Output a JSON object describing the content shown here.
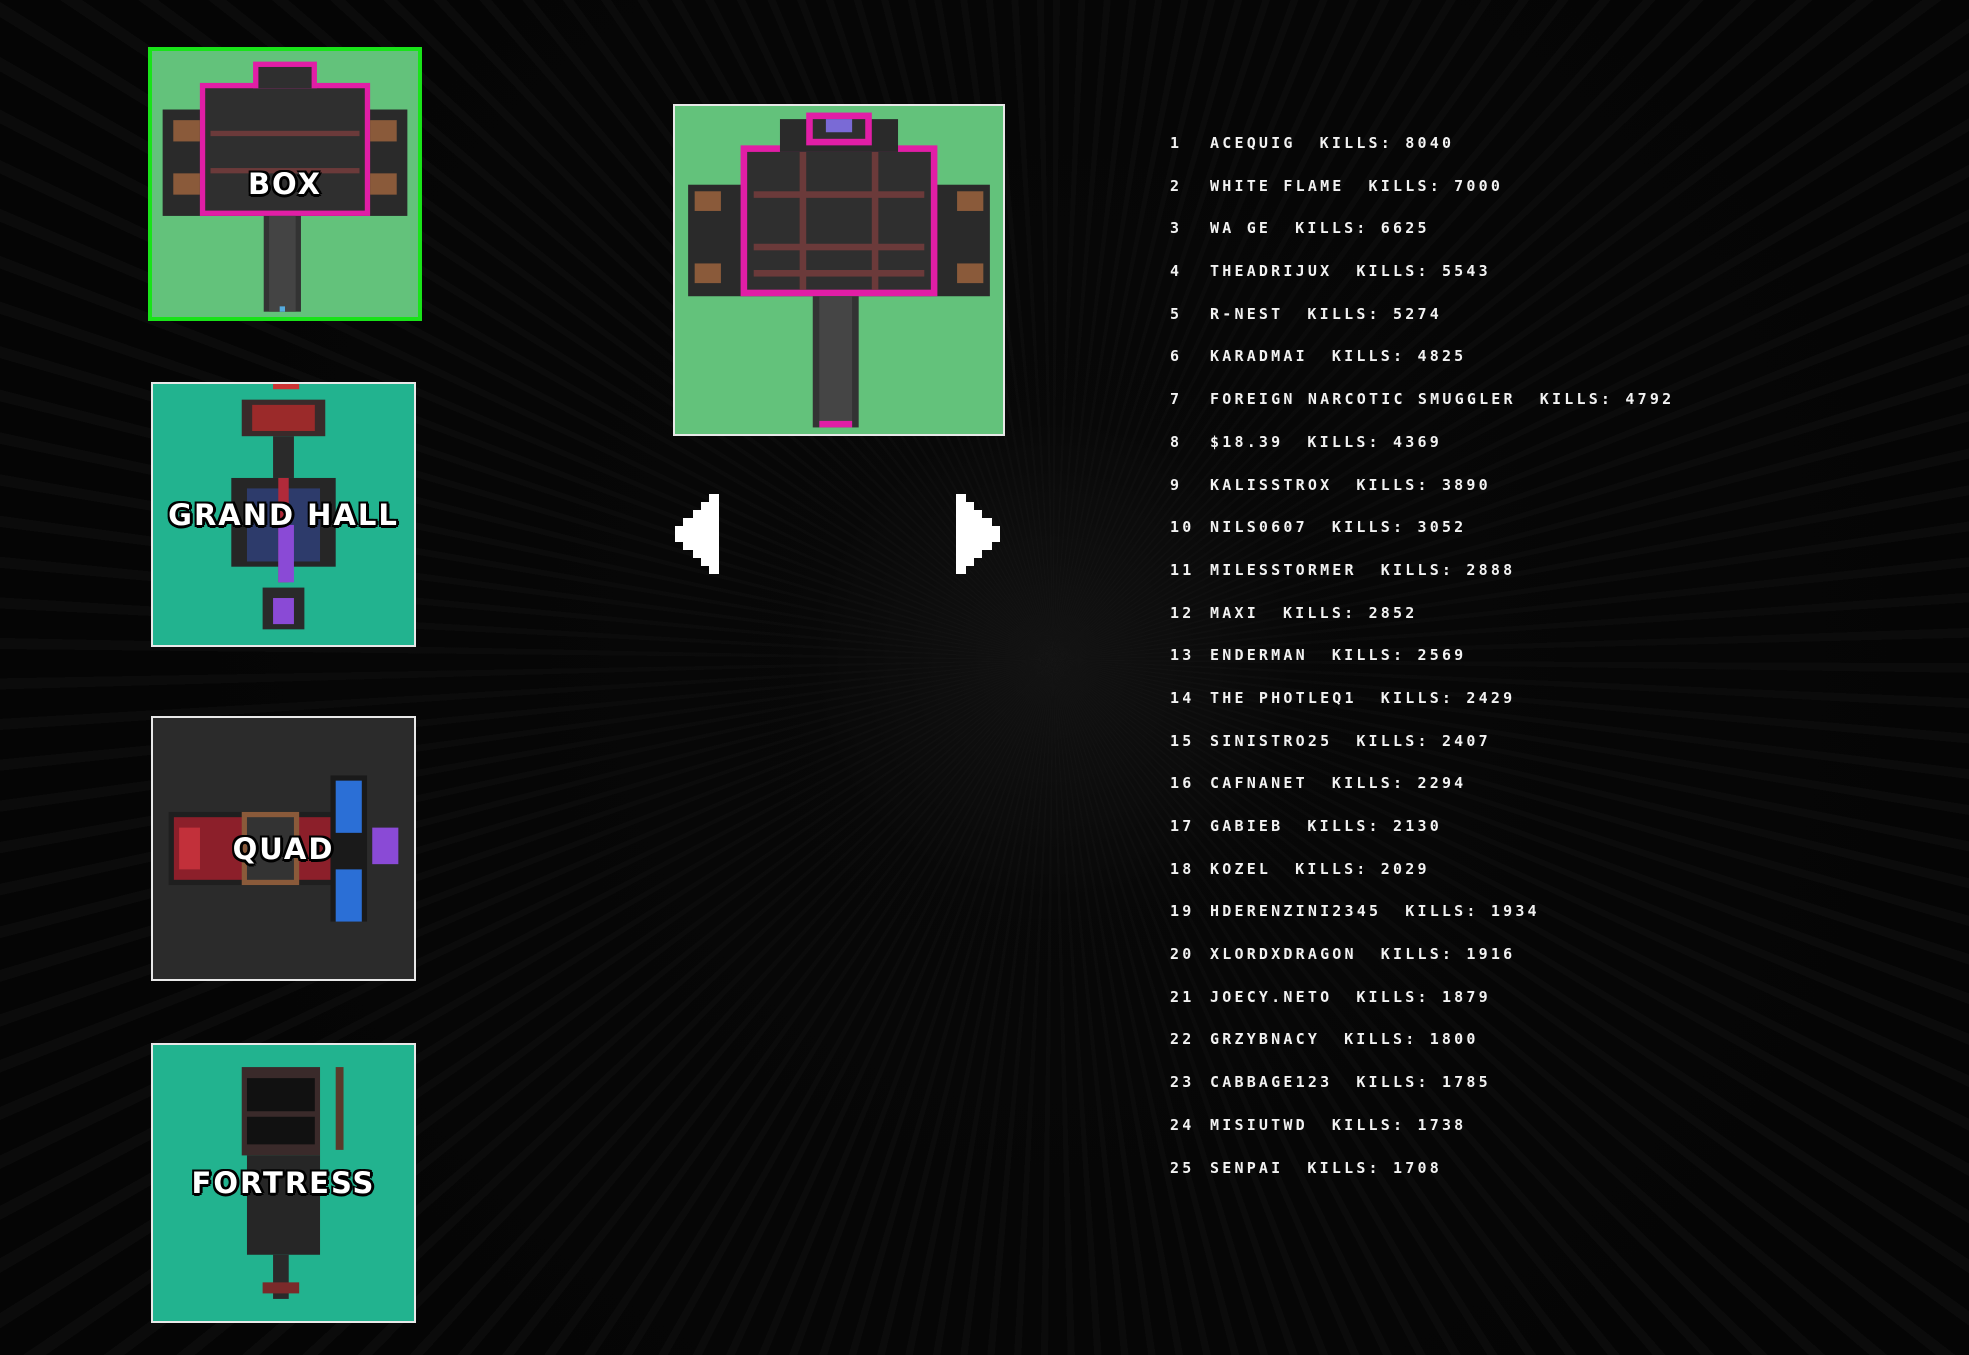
{
  "maps": [
    {
      "name": "BOX",
      "selected": true,
      "theme": "grass"
    },
    {
      "name": "GRAND HALL",
      "selected": false,
      "theme": "teal"
    },
    {
      "name": "QUAD",
      "selected": false,
      "theme": "dark"
    },
    {
      "name": "FORTRESS",
      "selected": false,
      "theme": "teal"
    }
  ],
  "navigation": {
    "left_icon": "arrow-left-icon",
    "right_icon": "arrow-right-icon"
  },
  "leaderboard": {
    "kills_label": "KILLS:",
    "rows": [
      {
        "rank": "1",
        "name": "ACEQUIG",
        "kills": "8040"
      },
      {
        "rank": "2",
        "name": "WHITE FLAME",
        "kills": "7000"
      },
      {
        "rank": "3",
        "name": "WA GE",
        "kills": "6625"
      },
      {
        "rank": "4",
        "name": "THEADRIJUX",
        "kills": "5543"
      },
      {
        "rank": "5",
        "name": "R-NEST",
        "kills": "5274"
      },
      {
        "rank": "6",
        "name": "KARADMAI",
        "kills": "4825"
      },
      {
        "rank": "7",
        "name": "FOREIGN NARCOTIC SMUGGLER",
        "kills": "4792"
      },
      {
        "rank": "8",
        "name": "$18.39",
        "kills": "4369"
      },
      {
        "rank": "9",
        "name": "KALISSTROX",
        "kills": "3890"
      },
      {
        "rank": "10",
        "name": "NILS0607",
        "kills": "3052"
      },
      {
        "rank": "11",
        "name": "MILESSTORMER",
        "kills": "2888"
      },
      {
        "rank": "12",
        "name": "MAXI",
        "kills": "2852"
      },
      {
        "rank": "13",
        "name": "ENDERMAN",
        "kills": "2569"
      },
      {
        "rank": "14",
        "name": "THE PHOTLEQ1",
        "kills": "2429"
      },
      {
        "rank": "15",
        "name": "SINISTRO25",
        "kills": "2407"
      },
      {
        "rank": "16",
        "name": "CAFNANET",
        "kills": "2294"
      },
      {
        "rank": "17",
        "name": "GABIEB",
        "kills": "2130"
      },
      {
        "rank": "18",
        "name": "KOZEL",
        "kills": "2029"
      },
      {
        "rank": "19",
        "name": "HDERENZINI2345",
        "kills": "1934"
      },
      {
        "rank": "20",
        "name": "XLORDXDRAGON",
        "kills": "1916"
      },
      {
        "rank": "21",
        "name": "JOECY.NETO",
        "kills": "1879"
      },
      {
        "rank": "22",
        "name": "GRZYBNACY",
        "kills": "1800"
      },
      {
        "rank": "23",
        "name": "CABBAGE123",
        "kills": "1785"
      },
      {
        "rank": "24",
        "name": "MISIUTWD",
        "kills": "1738"
      },
      {
        "rank": "25",
        "name": "SENPAI",
        "kills": "1708"
      }
    ]
  },
  "colors": {
    "selected_border": "#19e319",
    "grass": "#63c27b",
    "teal": "#22b38f",
    "dark": "#2b2b2b",
    "wall_pink": "#e11ea6",
    "floor_dark": "#2a2a2a"
  }
}
